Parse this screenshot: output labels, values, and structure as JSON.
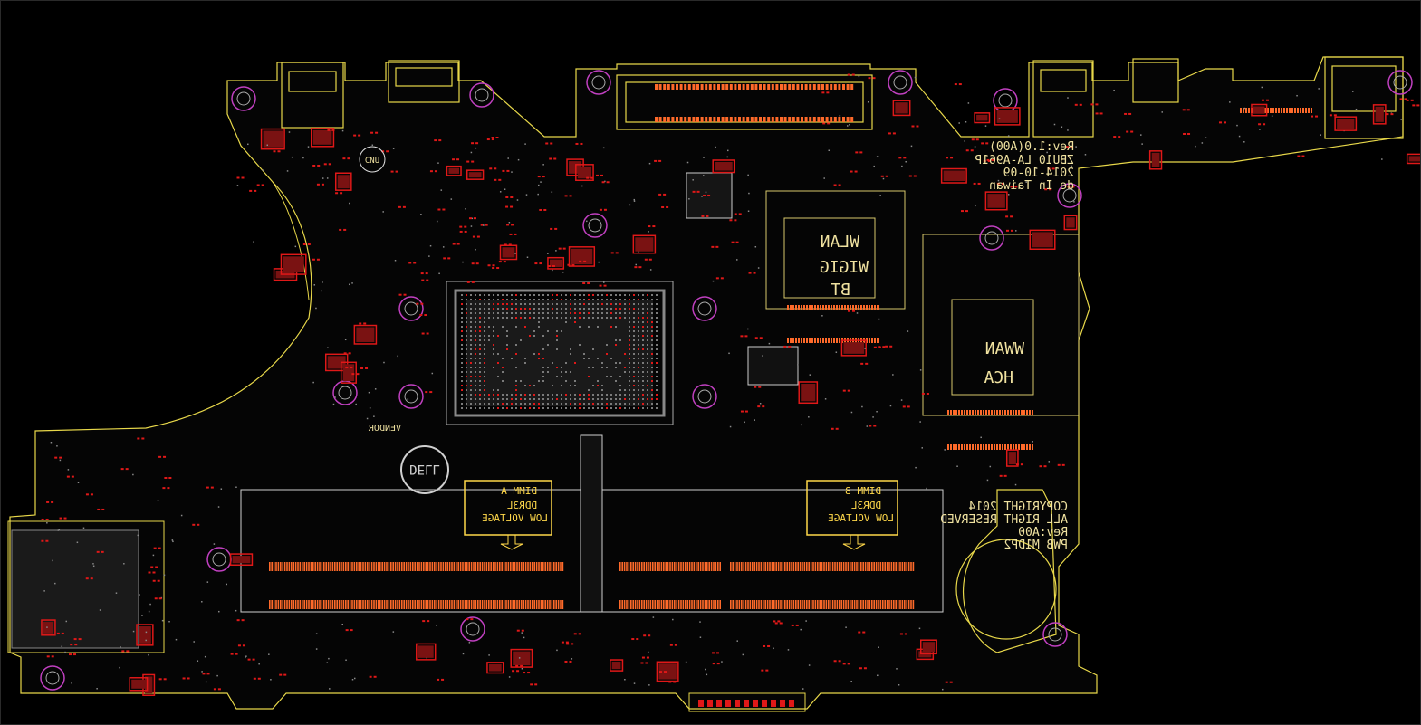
{
  "viewer": {
    "background": "#000000"
  },
  "colors": {
    "outline": "#e8d84a",
    "copper": "#ff6a2a",
    "pad_red": "#e01818",
    "pad_dark": "#7a1212",
    "silk": "#f0e2a0",
    "hole": "#c040c0",
    "grid": "#3a3a3a"
  },
  "labels": {
    "rev_block": [
      "Rev:1.0(A00)",
      "ZBU10 LA-A961P",
      "2014-10-09",
      "de In Taiwan"
    ],
    "copyright": [
      "COPYRIGHT 2014",
      "ALL RIGHT RESERVED",
      "Rev:A00",
      "PWB M1DP2"
    ],
    "dimm_a": [
      "DIMM A",
      "DDR3L",
      "LOW VOLTAGE"
    ],
    "dimm_b": [
      "DIMM B",
      "DDR3L",
      "LOW VOLTAGE"
    ],
    "wlan": [
      "WLAN",
      "WIGIG",
      "BT"
    ],
    "wwan": [
      "WWAN",
      "HCA"
    ],
    "cnu": "CNU",
    "vendor": "VENDOR",
    "logo": "DELL"
  }
}
